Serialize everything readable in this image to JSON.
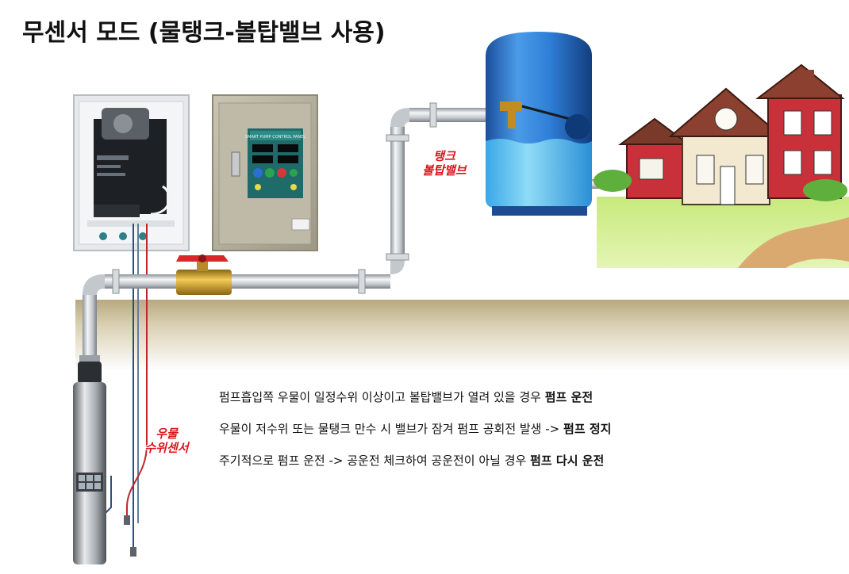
{
  "title": "무센서 모드 (물탱크-볼탑밸브 사용)",
  "labels": {
    "tank_valve_line1": "탱크",
    "tank_valve_line2": "볼탑밸브",
    "sensor_line1": "우물",
    "sensor_line2": "수위센서"
  },
  "panel": {
    "header": "SMART PUMP CONTROL PANEL"
  },
  "description": [
    {
      "text": "펌프흡입쪽 우물이 일정수위 이상이고 볼탑밸브가 열려 있을 경우 ",
      "bold": "펌프 운전"
    },
    {
      "text": "우물이 저수위 또는 물탱크 만수 시 밸브가 잠겨 펌프 공회전 발생 -> ",
      "bold": "펌프 정지"
    },
    {
      "text": "주기적으로 펌프 운전 -> 공운전 체크하여 공운전이 아닐 경우 ",
      "bold": "펌프 다시 운전"
    }
  ],
  "colors": {
    "label_red": "#d8161c",
    "tank_blue": "#2f7fd8",
    "pipe": "#c9cdd2",
    "ground": "#c8bb95"
  }
}
